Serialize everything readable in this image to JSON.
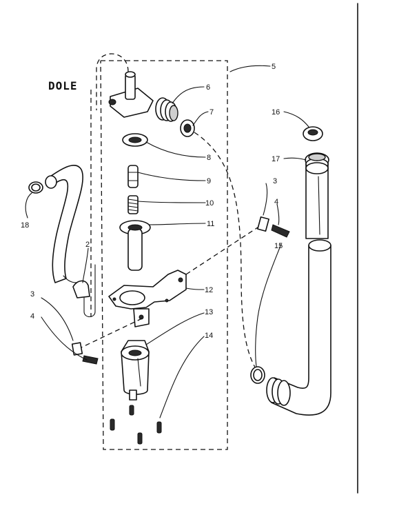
{
  "title": "DOLE",
  "callouts": [
    {
      "id": "c5",
      "text": "5"
    },
    {
      "id": "c6",
      "text": "6"
    },
    {
      "id": "c7",
      "text": "7"
    },
    {
      "id": "c8",
      "text": "8"
    },
    {
      "id": "c9",
      "text": "9"
    },
    {
      "id": "c10",
      "text": "10"
    },
    {
      "id": "c11",
      "text": "11"
    },
    {
      "id": "c12",
      "text": "12"
    },
    {
      "id": "c13",
      "text": "13"
    },
    {
      "id": "c14",
      "text": "14"
    },
    {
      "id": "c16",
      "text": "16"
    },
    {
      "id": "c17",
      "text": "17"
    },
    {
      "id": "c3r",
      "text": "3"
    },
    {
      "id": "c4r",
      "text": "4"
    },
    {
      "id": "c15",
      "text": "15"
    },
    {
      "id": "c18",
      "text": "18"
    },
    {
      "id": "c2",
      "text": "2"
    },
    {
      "id": "c3l",
      "text": "3"
    },
    {
      "id": "c4l",
      "text": "4"
    }
  ]
}
